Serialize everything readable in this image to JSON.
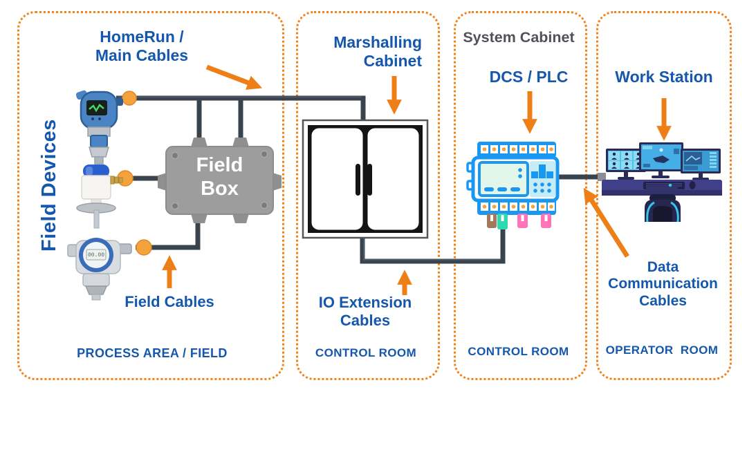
{
  "colors": {
    "panel_border": "#F28118",
    "label_blue": "#1457AC",
    "heading_gray": "#515157",
    "cable_dark": "#39434E",
    "arrow_orange": "#EE7F17",
    "junction_dot": "#F4A33C",
    "field_box_gray": "#9D9D9D",
    "plc_blue": "#1A97F0",
    "desk_indigo": "#3D3D80"
  },
  "field_panel": {
    "vertical_title": "Field Devices",
    "homerun_line1": "HomeRun /",
    "homerun_line2": "Main Cables",
    "box_line1": "Field",
    "box_line2": "Box",
    "field_cables": "Field Cables",
    "footer": "PROCESS AREA / FIELD"
  },
  "marshalling_panel": {
    "title_line1": "Marshalling",
    "title_line2": "Cabinet",
    "io_line1": "IO Extension",
    "io_line2": "Cables",
    "footer": "CONTROL ROOM"
  },
  "system_panel": {
    "title": "System Cabinet",
    "device_label": "DCS / PLC",
    "footer": "CONTROL ROOM"
  },
  "operator_panel": {
    "device_label": "Work Station",
    "data_line1": "Data",
    "data_line2": "Communication",
    "data_line3": "Cables",
    "footer": "OPERATOR  ROOM"
  },
  "devices": {
    "transmitter_lcd": "00.00"
  },
  "icons": {
    "device1": "pressure-transmitter-icon",
    "device2": "temperature-sensor-icon",
    "device3": "level-transmitter-icon",
    "cabinet": "marshalling-cabinet-icon",
    "plc": "dcs-plc-controller-icon",
    "workstation": "operator-workstation-icon",
    "junctions": "cable-junction-dot"
  }
}
